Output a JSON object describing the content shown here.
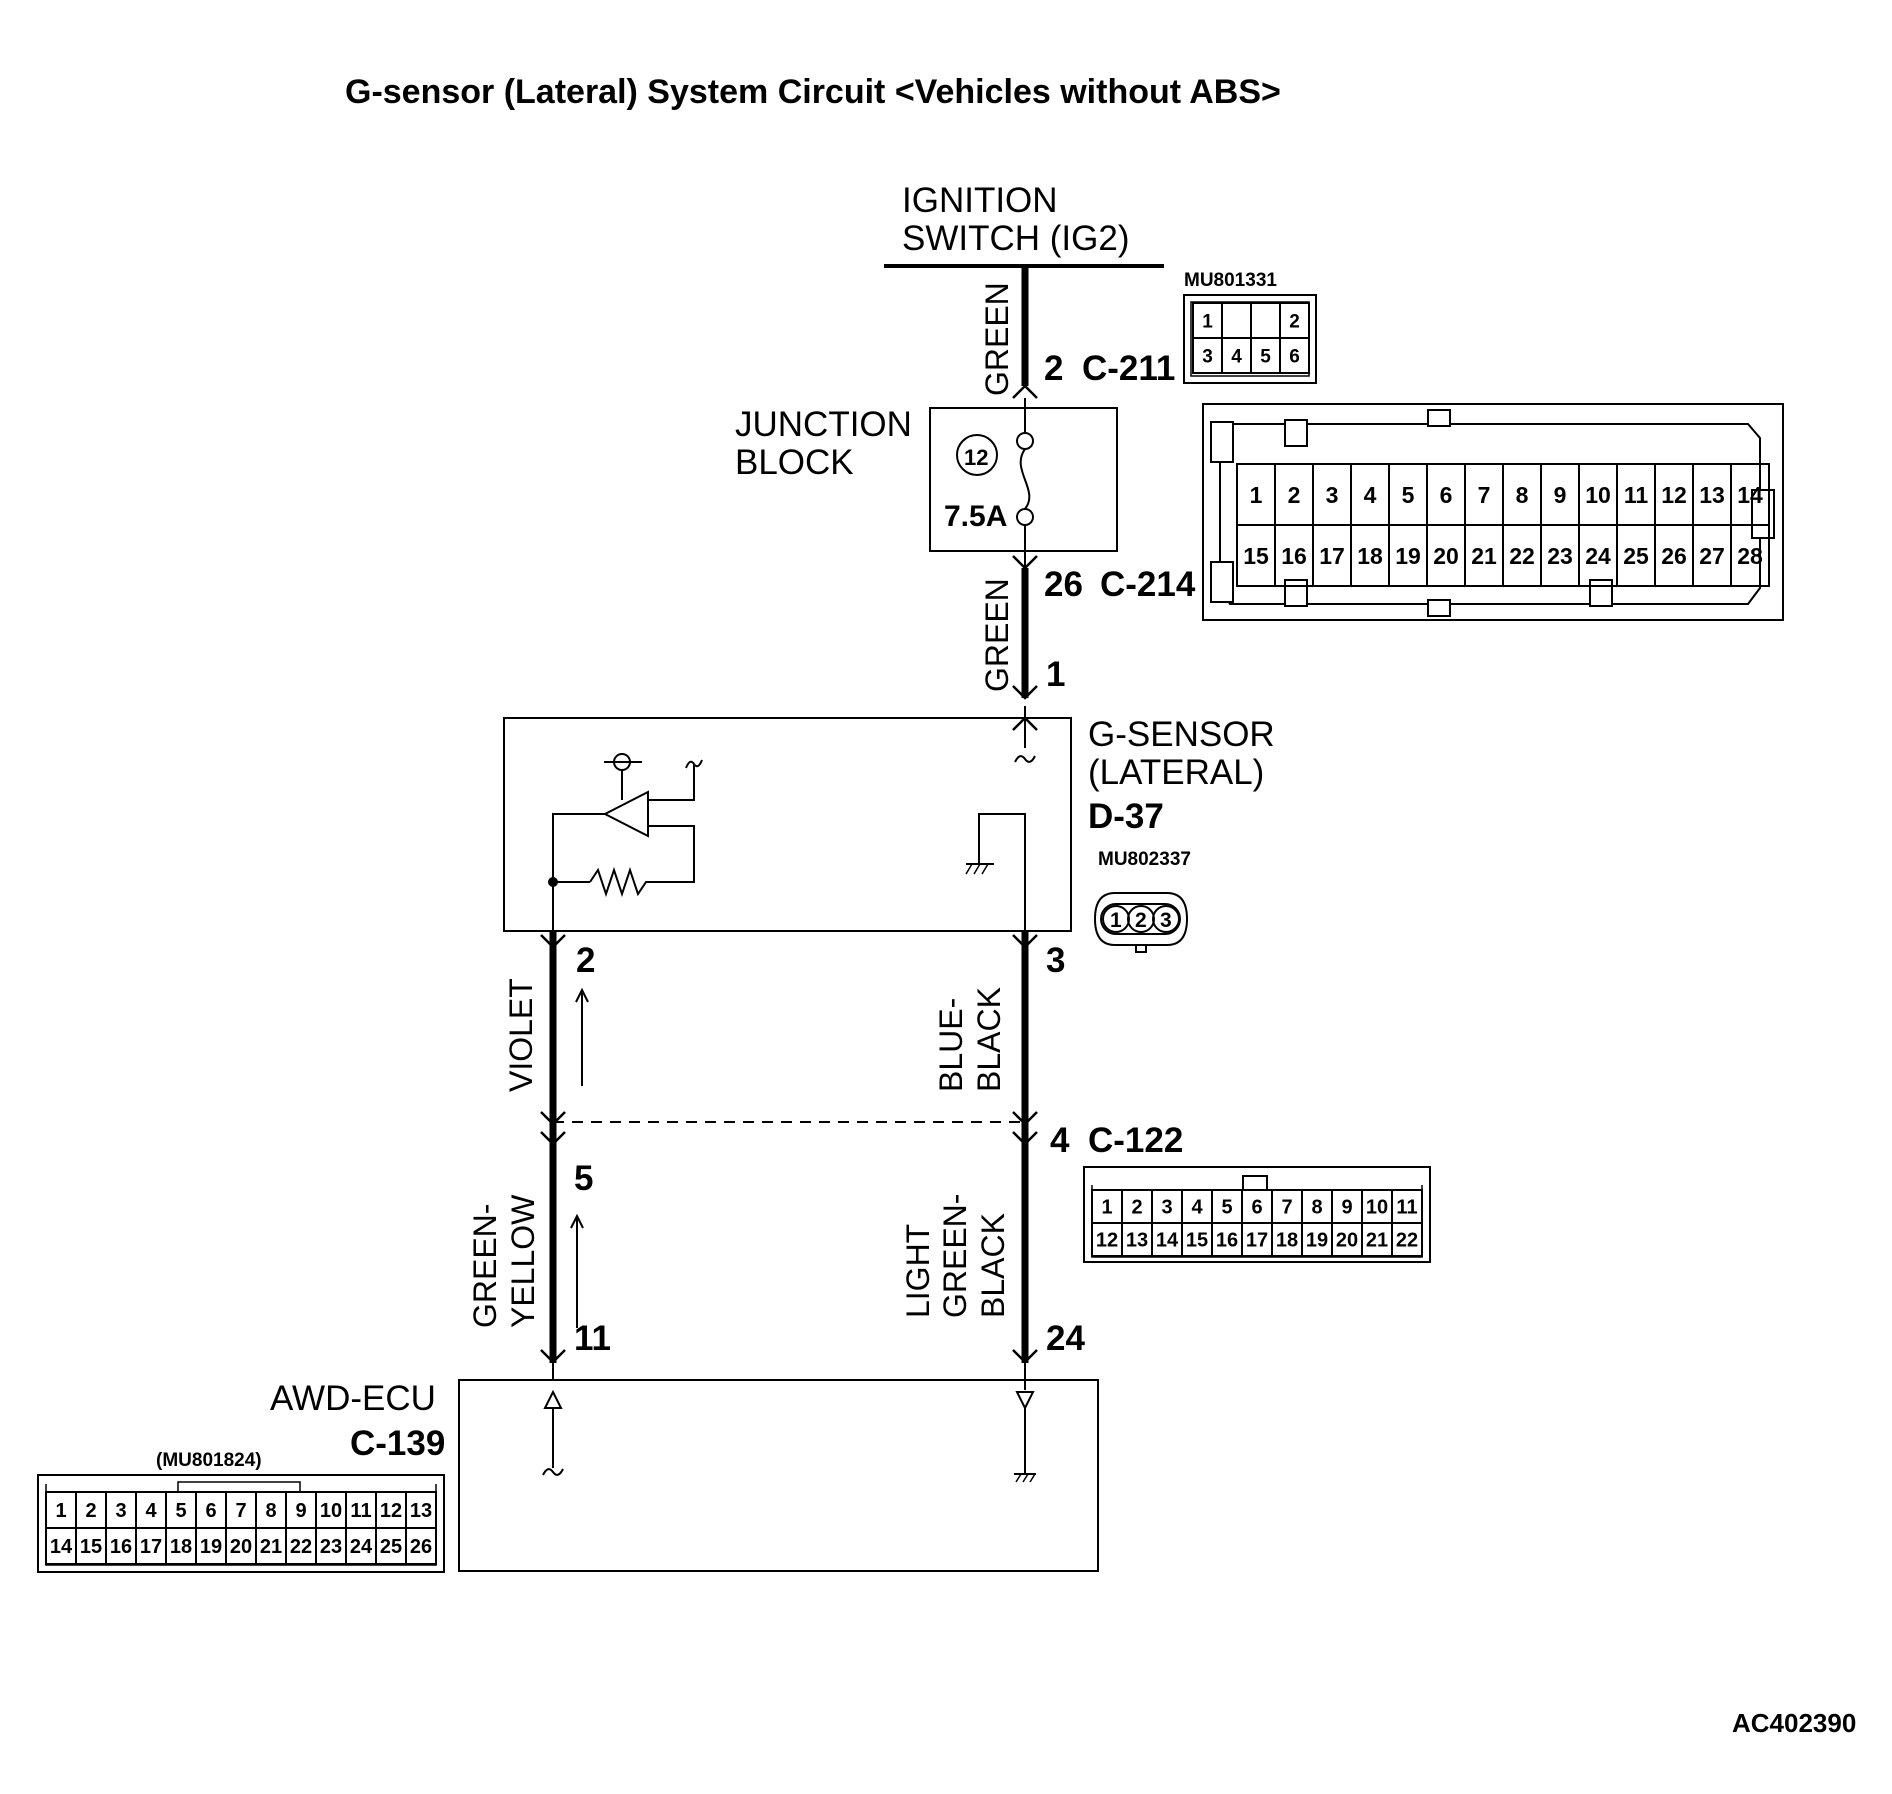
{
  "title": "G-sensor (Lateral) System Circuit <Vehicles without ABS>",
  "ignition": {
    "line1": "IGNITION",
    "line2": "SWITCH (IG2)"
  },
  "junction_block": {
    "line1": "JUNCTION",
    "line2": "BLOCK",
    "fuse_no": "12",
    "fuse_rating": "7.5A"
  },
  "g_sensor": {
    "line1": "G-SENSOR",
    "line2": "(LATERAL)",
    "id": "D-37",
    "part_no": "MU802337",
    "pins": [
      "1",
      "2",
      "3"
    ]
  },
  "awd_ecu": {
    "name": "AWD-ECU",
    "id": "C-139",
    "part_no": "(MU801824)"
  },
  "wires": {
    "ign_to_jb": "GREEN",
    "jb_to_sensor": "GREEN",
    "sensor_out_left": "VIOLET",
    "sensor_out_right_1": "BLUE-",
    "sensor_out_right_2": "BLACK",
    "ecu_left_1": "GREEN-",
    "ecu_left_2": "YELLOW",
    "ecu_right_1": "LIGHT",
    "ecu_right_2": "GREEN-",
    "ecu_right_3": "BLACK"
  },
  "pins": {
    "c211_pin": "2",
    "c211": "C-211",
    "c214_pin": "26",
    "c214": "C-214",
    "sensor_pin1": "1",
    "sensor_pin2": "2",
    "sensor_pin3": "3",
    "c122_left_pin": "5",
    "c122_right_pin": "4",
    "c122": "C-122",
    "ecu_left_pin": "11",
    "ecu_right_pin": "24"
  },
  "connector_c211": {
    "part_no": "MU801331",
    "top": [
      "1",
      "",
      "",
      "2"
    ],
    "bottom": [
      "3",
      "4",
      "5",
      "6"
    ]
  },
  "connector_c214": {
    "top": [
      "1",
      "2",
      "3",
      "4",
      "5",
      "6",
      "7",
      "8",
      "9",
      "10",
      "11",
      "12",
      "13",
      "14"
    ],
    "bottom": [
      "15",
      "16",
      "17",
      "18",
      "19",
      "20",
      "21",
      "22",
      "23",
      "24",
      "25",
      "26",
      "27",
      "28"
    ]
  },
  "connector_c122": {
    "top": [
      "1",
      "2",
      "3",
      "4",
      "5",
      "6",
      "7",
      "8",
      "9",
      "10",
      "11"
    ],
    "bottom": [
      "12",
      "13",
      "14",
      "15",
      "16",
      "17",
      "18",
      "19",
      "20",
      "21",
      "22"
    ]
  },
  "connector_c139": {
    "top": [
      "1",
      "2",
      "3",
      "4",
      "5",
      "6",
      "7",
      "8",
      "9",
      "10",
      "11",
      "12",
      "13"
    ],
    "bottom": [
      "14",
      "15",
      "16",
      "17",
      "18",
      "19",
      "20",
      "21",
      "22",
      "23",
      "24",
      "25",
      "26"
    ]
  },
  "figure_code": "AC402390"
}
